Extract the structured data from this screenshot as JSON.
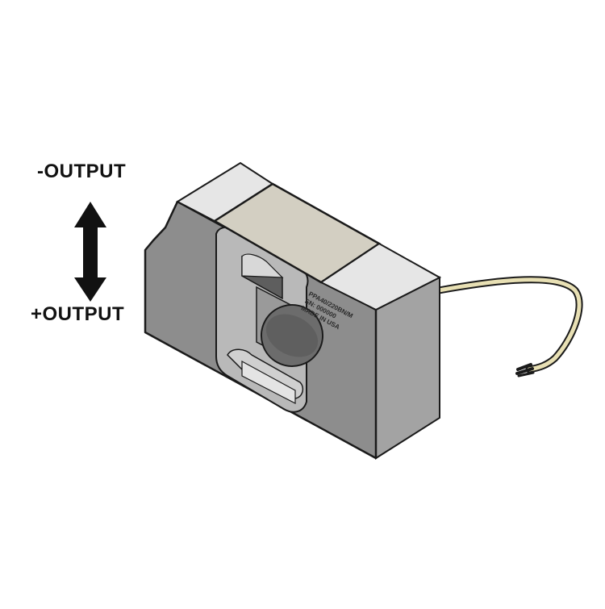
{
  "labels": {
    "negative": "-OUTPUT",
    "positive": "+OUTPUT"
  },
  "engraving": {
    "line1": "PPA40/220BN/M",
    "line2": "SN: 000000",
    "line3": "MADE IN USA"
  },
  "colors": {
    "body_front": "#8d8d8d",
    "body_side": "#a3a3a3",
    "top_end_caps": "#e6e6e6",
    "top_label_plate": "#d3cfc2",
    "cable": "#e8e0b4",
    "arrow": "#111111",
    "outline": "#1a1a1a"
  }
}
